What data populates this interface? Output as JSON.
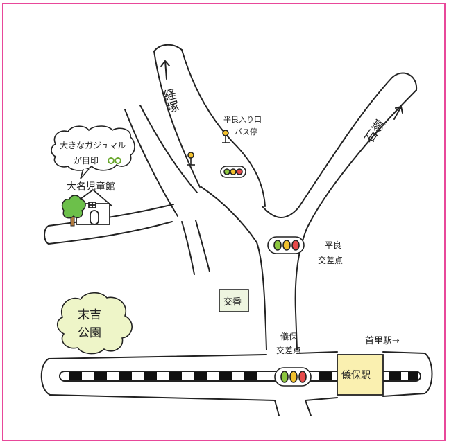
{
  "colors": {
    "frame": "#e8489a",
    "ink": "#222222",
    "park_fill": "#eef5c8",
    "station_fill": "#faf0b0",
    "signal_green": "#8cc63f",
    "signal_yellow": "#f2c12e",
    "signal_red": "#e64a4a",
    "tree": "#6cc04a",
    "trunk": "#b07a3e",
    "bubble_dots": "#8cc63f"
  },
  "roads": {
    "kyozuka": "経塚",
    "ishiganji": "石嶺"
  },
  "bus_stop": {
    "label_line1": "平良入り口",
    "label_line2": "バス停"
  },
  "landmark": {
    "bubble_line1": "大きなガジュマル",
    "bubble_line2": "が目印",
    "building": "大名児童館"
  },
  "intersections": {
    "taira_line1": "平良",
    "taira_line2": "交差点",
    "gibo_line1": "儀保",
    "gibo_line2": "交差点"
  },
  "police_box": "交番",
  "park": {
    "line1": "末吉",
    "line2": "公園"
  },
  "monorail": {
    "station": "儀保駅",
    "next_station": "首里駅→"
  },
  "icons": [
    "arrow-up-icon",
    "bus-stop-icon",
    "traffic-signal-icon",
    "house-icon",
    "tree-icon",
    "speech-bubble-icon"
  ]
}
